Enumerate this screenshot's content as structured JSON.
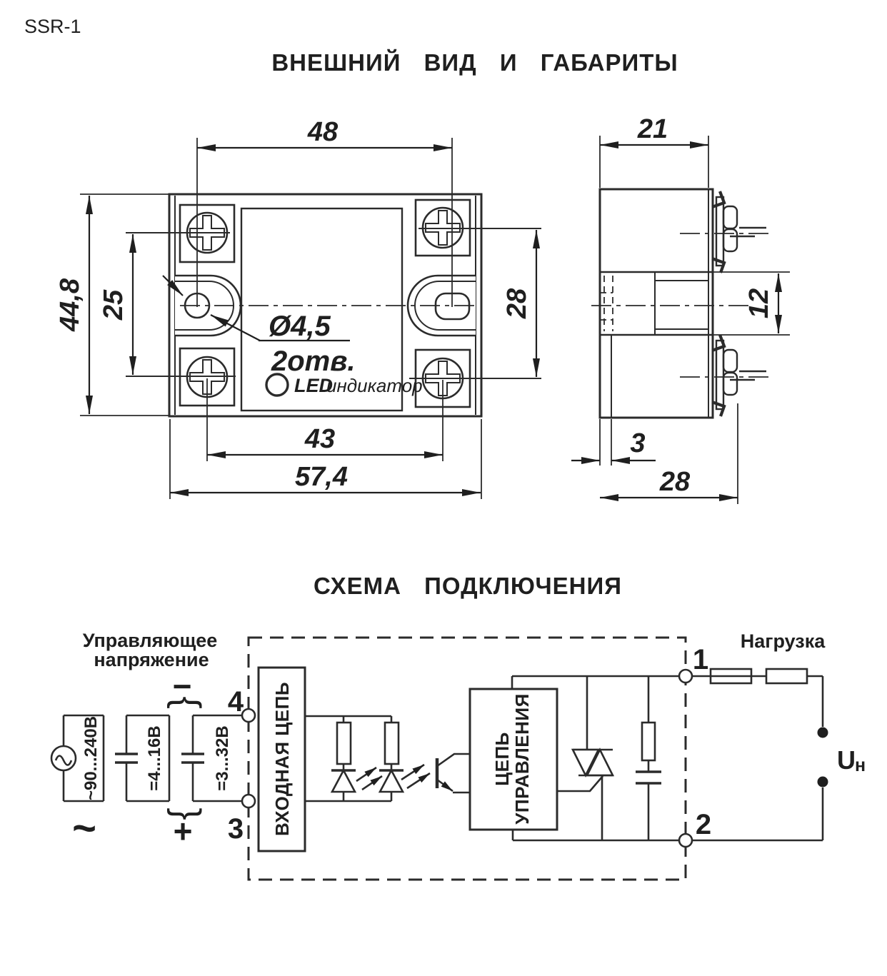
{
  "header": {
    "model": "SSR-1",
    "title": "ВНЕШНИЙ  ВИД  И  ГАБАРИТЫ"
  },
  "front_view": {
    "dim_top": "48",
    "dim_height": "44,8",
    "dim_left_inner": "25",
    "dim_right_inner": "28",
    "dim_bottom_inner": "43",
    "dim_bottom_outer": "57,4",
    "hole_diameter": "Ø4,5",
    "hole_count": "2отв.",
    "led_abbr": "LED",
    "led_word": "индикатор"
  },
  "side_view": {
    "dim_depth": "21",
    "dim_terminal_pitch": "12",
    "dim_base_offset": "3",
    "dim_total_depth": "28"
  },
  "schema": {
    "title": "СХЕМА   ПОДКЛЮЧЕНИЯ",
    "control_voltage_line1": "Управляющее",
    "control_voltage_line2": "напряжение",
    "ac_range": "~90...240В",
    "dc_range_1": "=4...16В",
    "dc_range_2": "=3...32В",
    "polarity_minus": "−",
    "polarity_plus": "+",
    "ac_symbol": "~",
    "brace_top": "{",
    "brace_bottom": "}",
    "terminal_4": "4",
    "terminal_3": "3",
    "terminal_1": "1",
    "terminal_2": "2",
    "input_block": "ВХОДНАЯ ЦЕПЬ",
    "control_block_line1": "ЦЕПЬ",
    "control_block_line2": "УПРАВЛЕНИЯ",
    "load_label": "Нагрузка",
    "load_voltage": "U",
    "load_voltage_sub": "н"
  }
}
